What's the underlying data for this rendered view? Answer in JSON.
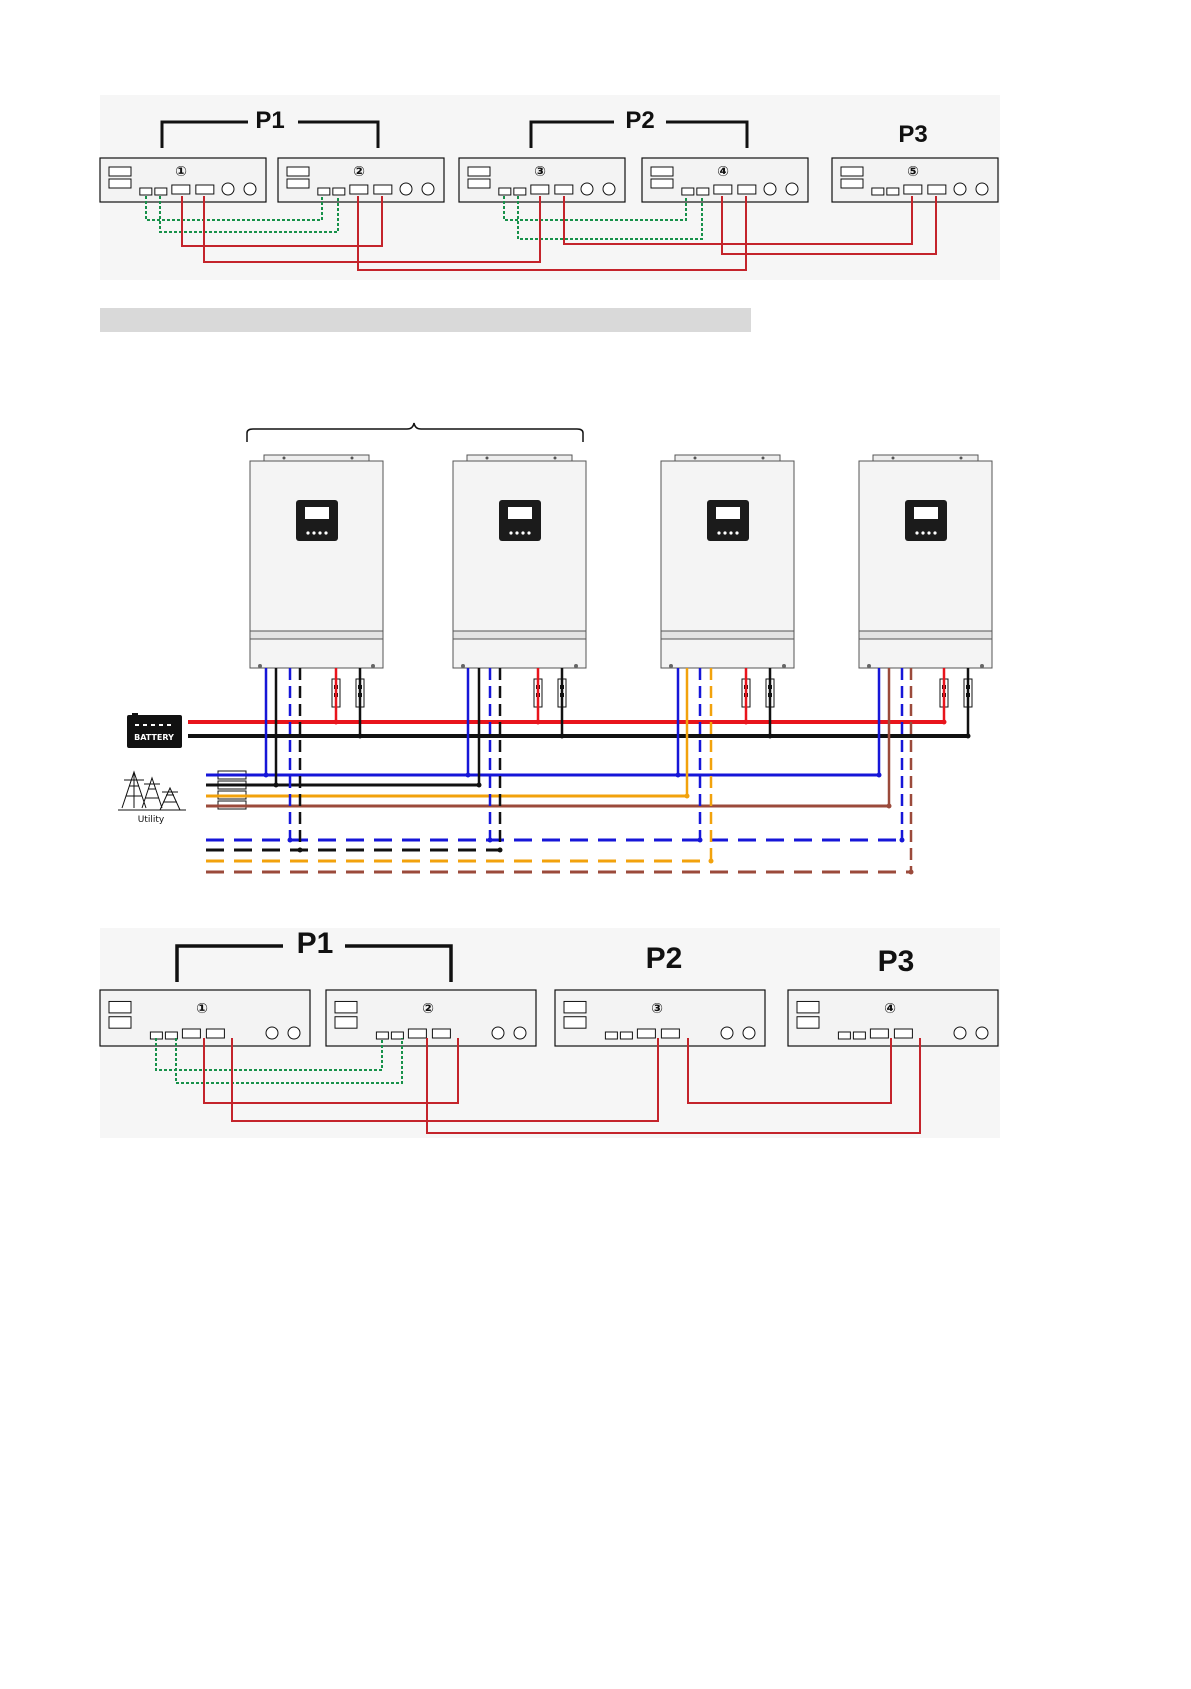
{
  "colors": {
    "red": "#e8141c",
    "black": "#111111",
    "blue": "#1616d8",
    "orange": "#f2a20c",
    "brown": "#9b4a3b",
    "green": "#17914a",
    "signal_red": "#c4242b",
    "section_bar": "#d9d9d9",
    "panel_bg": "#f3f3f3"
  },
  "diagram_top": {
    "groups": [
      "P1",
      "P2",
      "P3"
    ],
    "units": [
      "①",
      "②",
      "③",
      "④",
      "⑤"
    ]
  },
  "diagram_middle": {
    "battery_label": "BATTERY",
    "utility_label": "Utility",
    "inverter_count": 4
  },
  "diagram_bottom": {
    "groups": [
      "P1",
      "P2",
      "P3"
    ],
    "units": [
      "①",
      "②",
      "③",
      "④"
    ]
  }
}
